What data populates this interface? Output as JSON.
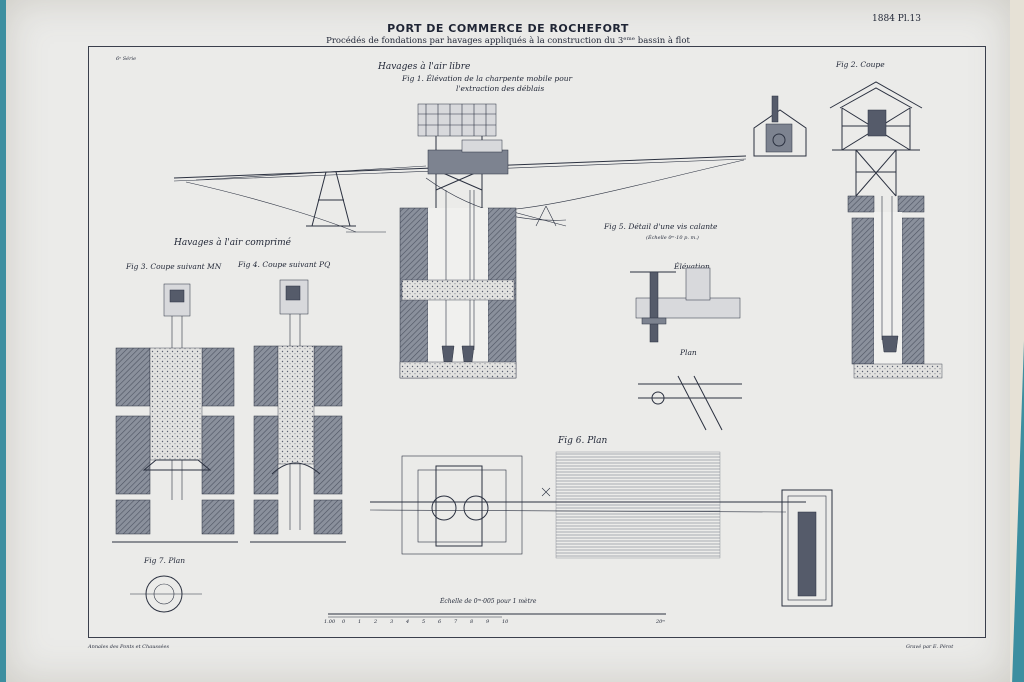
{
  "document": {
    "title": "PORT DE COMMERCE DE ROCHEFORT",
    "subtitle": "Procédés de fondations par havages appliqués à la construction du 3ᵉᵐᵉ bassin à flot",
    "plate": "1884  Pl.13",
    "series": "6ᵉ Série"
  },
  "sections": {
    "air_libre": "Havages à l'air libre",
    "air_comprime": "Havages à l'air comprimé"
  },
  "figures": {
    "fig1_line1": "Fig 1. Élévation de la charpente mobile pour",
    "fig1_line2": "l'extraction des déblais",
    "fig2": "Fig 2. Coupe",
    "fig3": "Fig 3. Coupe suivant MN",
    "fig4": "Fig 4. Coupe suivant PQ",
    "fig5": "Fig 5. Détail d'une vis calante",
    "fig5_scale": "(Échelle 0ᵐ·10 p. m.)",
    "fig5_elevation": "Élévation",
    "fig5_plan": "Plan",
    "fig6": "Fig 6. Plan",
    "fig7": "Fig 7. Plan"
  },
  "scale": {
    "label": "Échelle de 0ᵐ·005 pour 1 mètre",
    "ticks": [
      "1.00",
      "0",
      "1",
      "2",
      "3",
      "4",
      "5",
      "6",
      "7",
      "8",
      "9",
      "10",
      "20ᵐ"
    ]
  },
  "footer": {
    "left": "Annales des Ponts et Chaussées",
    "right": "Gravé par E. Pérot"
  },
  "colors": {
    "paper": "#ebebe9",
    "ink": "#2b3140",
    "background": "#3d8fa0"
  }
}
